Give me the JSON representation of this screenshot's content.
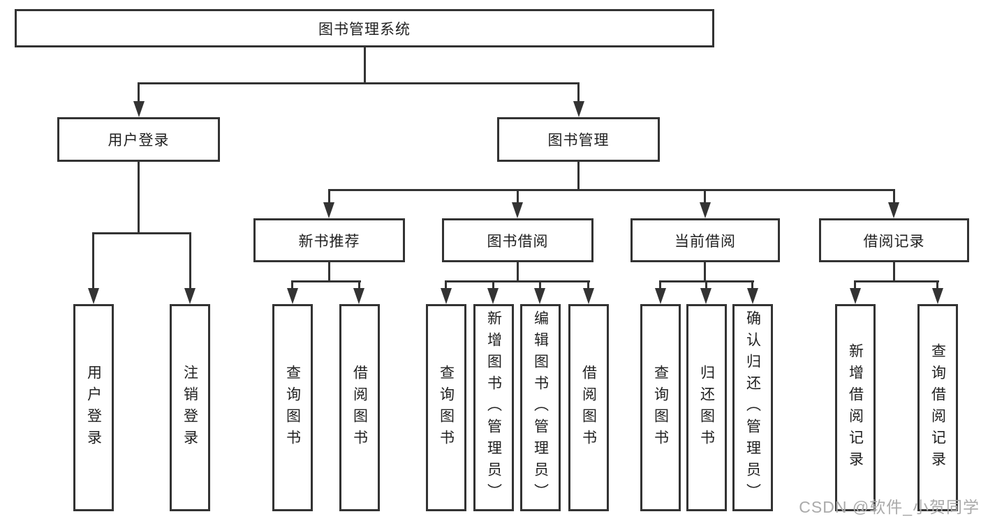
{
  "tree": {
    "root": {
      "label": "图书管理系统"
    },
    "branches": [
      {
        "label": "用户登录",
        "children": [
          {
            "label": "用户登录"
          },
          {
            "label": "注销登录"
          }
        ]
      },
      {
        "label": "图书管理",
        "children": [
          {
            "label": "新书推荐",
            "children": [
              {
                "label": "查询图书"
              },
              {
                "label": "借阅图书"
              }
            ]
          },
          {
            "label": "图书借阅",
            "children": [
              {
                "label": "查询图书"
              },
              {
                "label": "新增图书（管理员）"
              },
              {
                "label": "编辑图书（管理员）"
              },
              {
                "label": "借阅图书"
              }
            ]
          },
          {
            "label": "当前借阅",
            "children": [
              {
                "label": "查询图书"
              },
              {
                "label": "归还图书"
              },
              {
                "label": "确认归还（管理员）"
              }
            ]
          },
          {
            "label": "借阅记录",
            "children": [
              {
                "label": "新增借阅记录"
              },
              {
                "label": "查询借阅记录"
              }
            ]
          }
        ]
      }
    ]
  },
  "watermark": "CSDN @软件_小贺同学",
  "colors": {
    "line": "#333333",
    "text": "#212121",
    "watermark": "#aaaaaa",
    "background": "#ffffff"
  }
}
